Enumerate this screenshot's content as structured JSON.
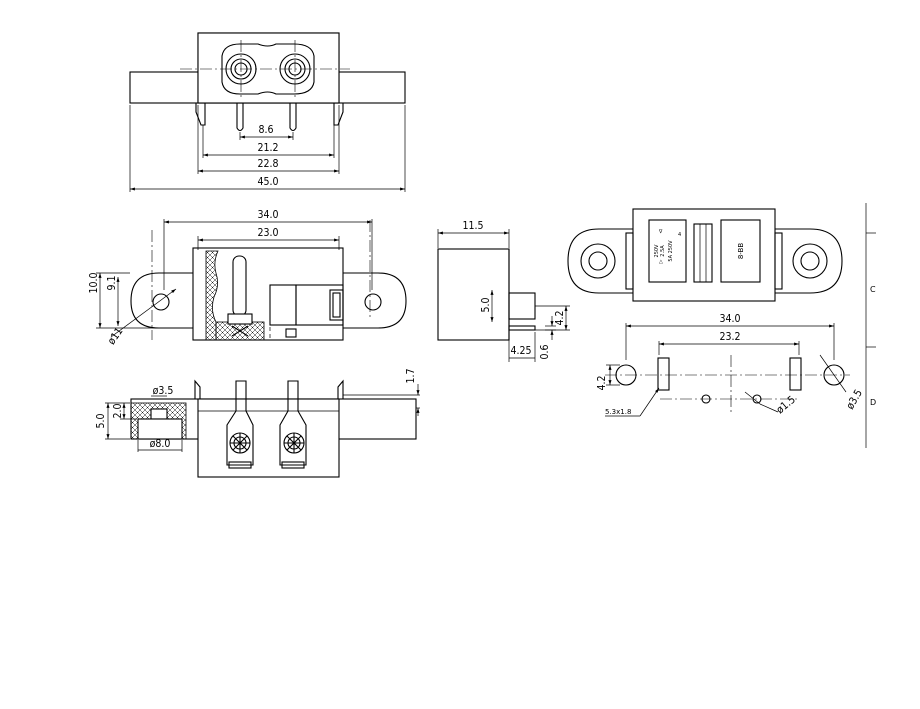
{
  "views": {
    "top": {
      "dims": [
        "8.6",
        "21.2",
        "22.8",
        "45.0"
      ]
    },
    "front": {
      "dims": [
        "34.0",
        "23.0",
        "10.0",
        "9.1",
        "ø11"
      ]
    },
    "side": {
      "dims": [
        "11.5",
        "5.0",
        "4.2",
        "4.25",
        "0.6"
      ]
    },
    "bottom": {
      "dims": [
        "ø3.5",
        "2.0",
        "5.0",
        "ø8.0",
        "1.7"
      ]
    },
    "rear": {
      "label_lines": [
        "250V",
        "4",
        "2.5A",
        "5A 250V",
        "∇",
        "△"
      ],
      "window_text": "8-BB"
    },
    "footprint": {
      "dims": [
        "34.0",
        "23.2",
        "4.2",
        "5.3x1.8",
        "ø1.5",
        "ø3.5"
      ]
    }
  },
  "frame": {
    "zone_c": "C",
    "zone_d": "D"
  }
}
